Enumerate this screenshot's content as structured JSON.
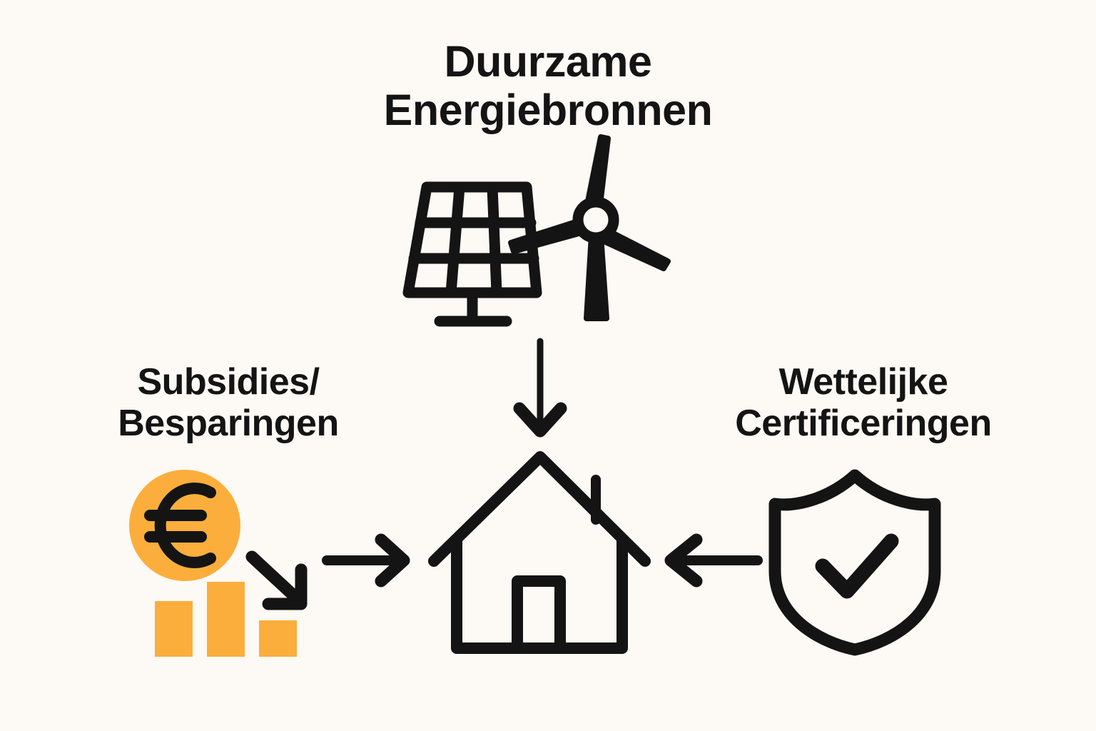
{
  "background_color": "#FDF9F4",
  "ink_color": "#141414",
  "accent_color": "#FBAE3C",
  "diagram": {
    "type": "flow-diagram",
    "title": "Duurzame Energiebronnen",
    "center_label": "",
    "nodes": [
      {
        "id": "energy-sources",
        "label": "Duurzame\nEnergiebronnen",
        "icon": "solar-panel-wind-turbine-icon",
        "position": "top"
      },
      {
        "id": "subsidies",
        "label": "Subsidies/\nBesparingen",
        "icon": "euro-coin-declining-bars-icon",
        "position": "left"
      },
      {
        "id": "certifications",
        "label": "Wettelijke\nCertificeringen",
        "icon": "shield-check-icon",
        "position": "right"
      },
      {
        "id": "house",
        "label": "",
        "icon": "house-icon",
        "position": "center"
      }
    ],
    "arrows": [
      {
        "id": "arrow-top-to-house",
        "from": "energy-sources",
        "to": "house",
        "direction": "down"
      },
      {
        "id": "arrow-left-to-house",
        "from": "subsidies",
        "to": "house",
        "direction": "right"
      },
      {
        "id": "arrow-right-to-house",
        "from": "certifications",
        "to": "house",
        "direction": "left"
      }
    ],
    "savings_icon": {
      "currency_symbol": "€",
      "bars": [
        {
          "index": 1,
          "relative_height": 0.72
        },
        {
          "index": 2,
          "relative_height": 1.0
        },
        {
          "index": 3,
          "relative_height": 0.45
        }
      ],
      "trend_arrow": "down-right"
    }
  }
}
